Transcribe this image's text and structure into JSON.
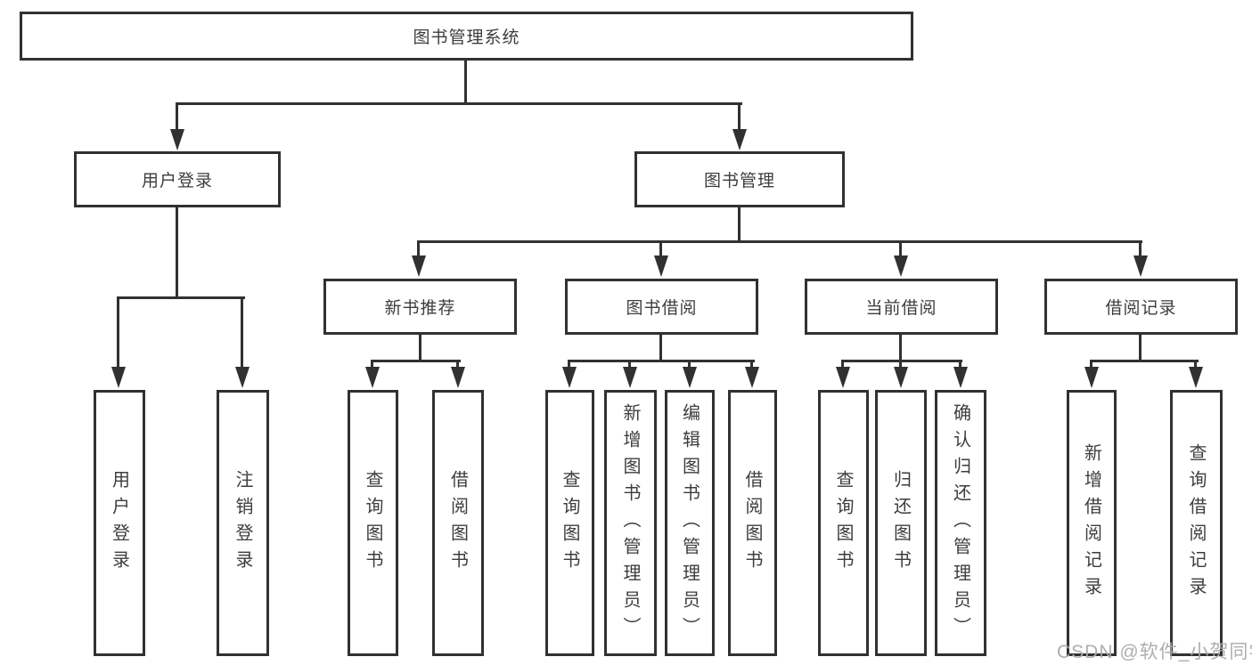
{
  "diagram_title": "图书管理系统",
  "nodes": {
    "root": "图书管理系统",
    "user_login": "用户登录",
    "book_mgmt": "图书管理",
    "new_book_rec": "新书推荐",
    "book_borrow": "图书借阅",
    "current_borrow": "当前借阅",
    "borrow_record": "借阅记录",
    "leaf_user_login": "用户登录",
    "leaf_logout": "注销登录",
    "leaf_rec_query": "查询图书",
    "leaf_rec_borrow": "借阅图书",
    "leaf_bb_query": "查询图书",
    "leaf_bb_add": "新增图书（管理员）",
    "leaf_bb_edit": "编辑图书（管理员）",
    "leaf_bb_borrow": "借阅图书",
    "leaf_cb_query": "查询图书",
    "leaf_cb_return": "归还图书",
    "leaf_cb_confirm": "确认归还（管理员）",
    "leaf_br_add": "新增借阅记录",
    "leaf_br_query": "查询借阅记录"
  },
  "watermark": "CSDN @软件_小贺同学",
  "colors": {
    "line": "#313131",
    "box_border": "#313131",
    "box_background": "#ffffff",
    "text": "#3d3d3d",
    "watermark": "#aaaaaa",
    "page_background": "#ffffff"
  }
}
